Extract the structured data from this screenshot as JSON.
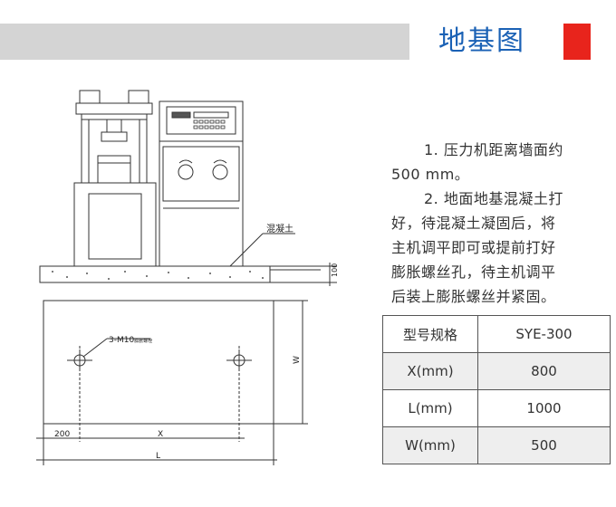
{
  "header": {
    "title": "地基图"
  },
  "drawing": {
    "label_concrete": "混凝土",
    "dim_100": "100",
    "callout_bolt": "3-M10",
    "callout_bolt_suffix": "膨胀螺栓",
    "dim_w": "W",
    "dim_200": "200",
    "dim_x": "X",
    "dim_l": "L"
  },
  "notes": {
    "line1a": "1. 压力机距离墙面约",
    "line1b": "500 mm。",
    "line2a": "2. 地面地基混凝土打",
    "line2b": "好，待混凝土凝固后，将",
    "line2c": "主机调平即可或提前打好",
    "line2d": "膨胀螺丝孔，待主机调平",
    "line2e": "后装上膨胀螺丝并紧固。"
  },
  "table": {
    "rows": [
      {
        "key": "型号规格",
        "value": "SYE-300"
      },
      {
        "key": "X(mm)",
        "value": "800"
      },
      {
        "key": "L(mm)",
        "value": "1000"
      },
      {
        "key": "W(mm)",
        "value": "500"
      }
    ]
  },
  "colors": {
    "title": "#1a61b5",
    "accent_red": "#e8241c",
    "band_gray": "#d4d4d4"
  }
}
